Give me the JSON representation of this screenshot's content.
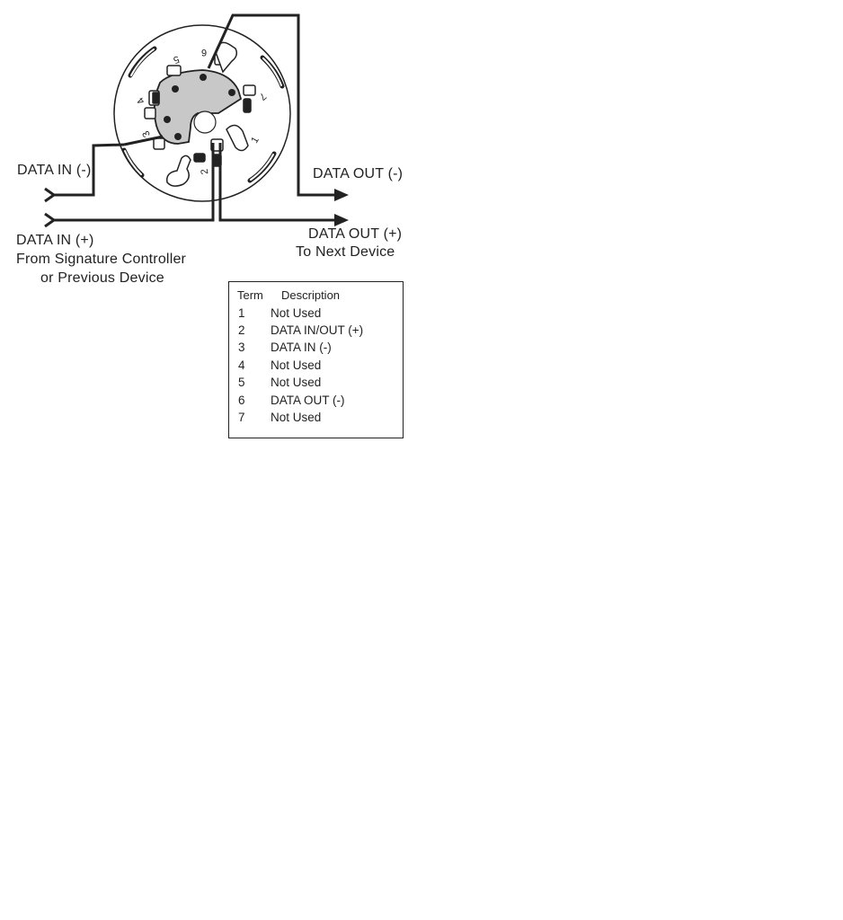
{
  "labels": {
    "data_in_minus": "DATA IN (-)",
    "data_in_plus": "DATA IN (+)",
    "from_line1": "From Signature Controller",
    "from_line2": "or Previous Device",
    "data_out_minus": "DATA OUT (-)",
    "data_out_plus": "DATA OUT (+)",
    "to_next": "To Next Device"
  },
  "terminal_numbers": [
    "1",
    "2",
    "3",
    "4",
    "5",
    "6",
    "7"
  ],
  "table": {
    "headers": [
      "Term",
      "Description"
    ],
    "rows": [
      {
        "term": "1",
        "desc": "Not Used"
      },
      {
        "term": "2",
        "desc": "DATA IN/OUT (+)"
      },
      {
        "term": "3",
        "desc": "DATA IN (-)"
      },
      {
        "term": "4",
        "desc": "Not Used"
      },
      {
        "term": "5",
        "desc": "Not Used"
      },
      {
        "term": "6",
        "desc": "DATA OUT (-)"
      },
      {
        "term": "7",
        "desc": "Not Used"
      }
    ]
  }
}
